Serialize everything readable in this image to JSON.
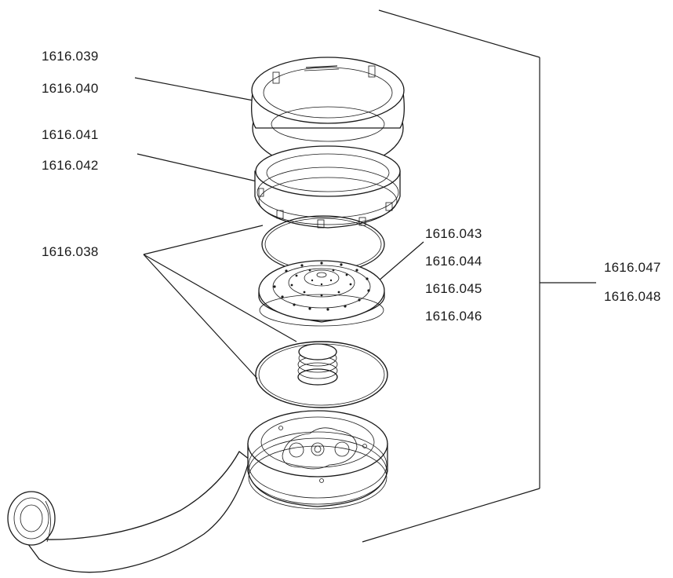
{
  "labels": {
    "ring_top_a": "1616.039",
    "ring_top_b": "1616.040",
    "nut_a": "1616.041",
    "nut_b": "1616.042",
    "seal_group": "1616.038",
    "spray_plate_a": "1616.043",
    "spray_plate_b": "1616.044",
    "spray_plate_c": "1616.045",
    "spray_plate_d": "1616.046",
    "assembly_a": "1616.047",
    "assembly_b": "1616.048"
  },
  "colors": {
    "ink": "#1a1a1a",
    "background": "#ffffff"
  }
}
